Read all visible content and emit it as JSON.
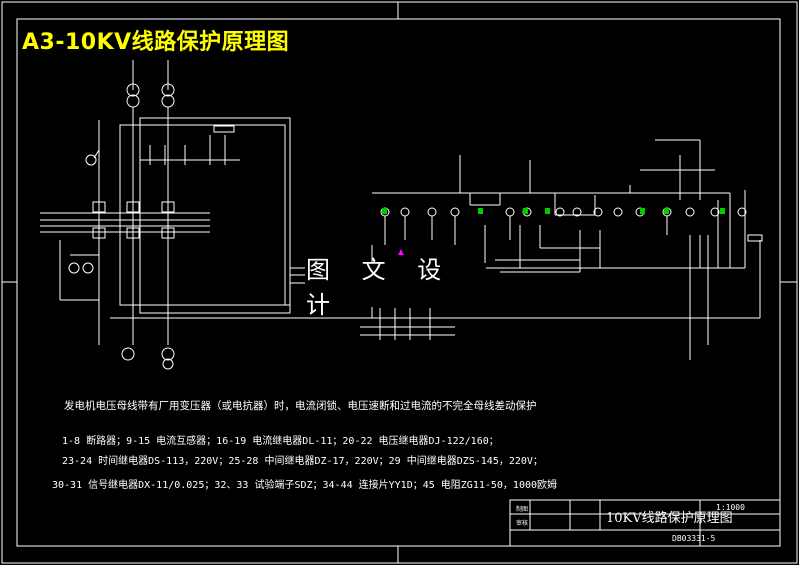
{
  "title": "A3-10KV线路保护原理图",
  "watermark": "图 文 设 计",
  "notes": {
    "heading": "发电机电压母线带有厂用变压器（或电抗器）时，电流闭锁、电压速断和过电流的不完全母线差动保护",
    "line1": "1-8 断路器；9-15 电流互感器；16-19 电流继电器DL-11；20-22 电压继电器DJ-122/160；",
    "line2": "23-24 时间继电器DS-113，220V；25-28 中间继电器DZ-17，220V；29 中间继电器DZS-145，220V；",
    "line3": "30-31 信号继电器DX-11/0.025；32、33 试验端子SDZ；34-44 连接片YY1D；45 电阻ZG11-50，1000欧姆"
  },
  "title_block": {
    "drawing_name": "10KV线路保护原理图",
    "scale": "1:1000",
    "drawing_no": "DB03331-5",
    "row1": "制图",
    "row2": "审核"
  },
  "colors": {
    "background": "#000000",
    "lines": "#ffffff",
    "title": "#ffff00",
    "relay_fill": "#00cc00"
  }
}
